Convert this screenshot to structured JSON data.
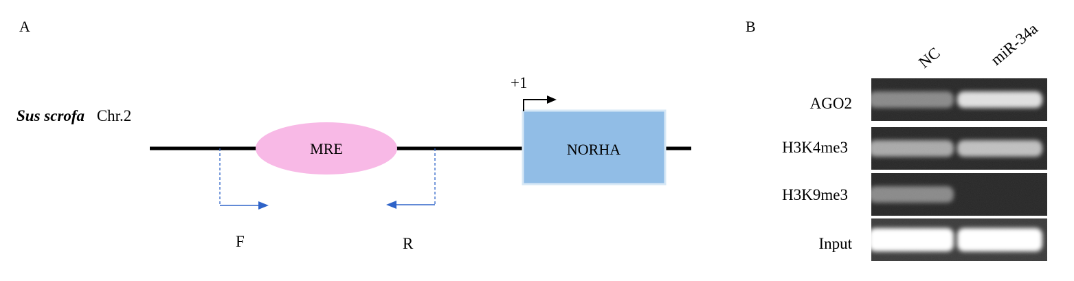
{
  "panel_a": {
    "label": "A",
    "species": "Sus scrofa",
    "chromosome": "Chr.2",
    "mre_label": "MRE",
    "gene_label": "NORHA",
    "tss_label": "+1",
    "primer_forward": "F",
    "primer_reverse": "R",
    "colors": {
      "mre_fill": "#f8b9e6",
      "gene_fill": "#91bde6",
      "gene_border": "#d7e8f6",
      "primer_arrow": "#2e63c8"
    }
  },
  "panel_b": {
    "label": "B",
    "columns": [
      "NC",
      "miR-34a"
    ],
    "rows": [
      "AGO2",
      "H3K4me3",
      "H3K9me3",
      "Input"
    ],
    "band_intensity": [
      [
        0.45,
        0.85
      ],
      [
        0.6,
        0.7
      ],
      [
        0.45,
        0.0
      ],
      [
        1.0,
        1.0
      ]
    ],
    "colors": {
      "gel_background": "#262626",
      "band": "#ffffff"
    }
  }
}
